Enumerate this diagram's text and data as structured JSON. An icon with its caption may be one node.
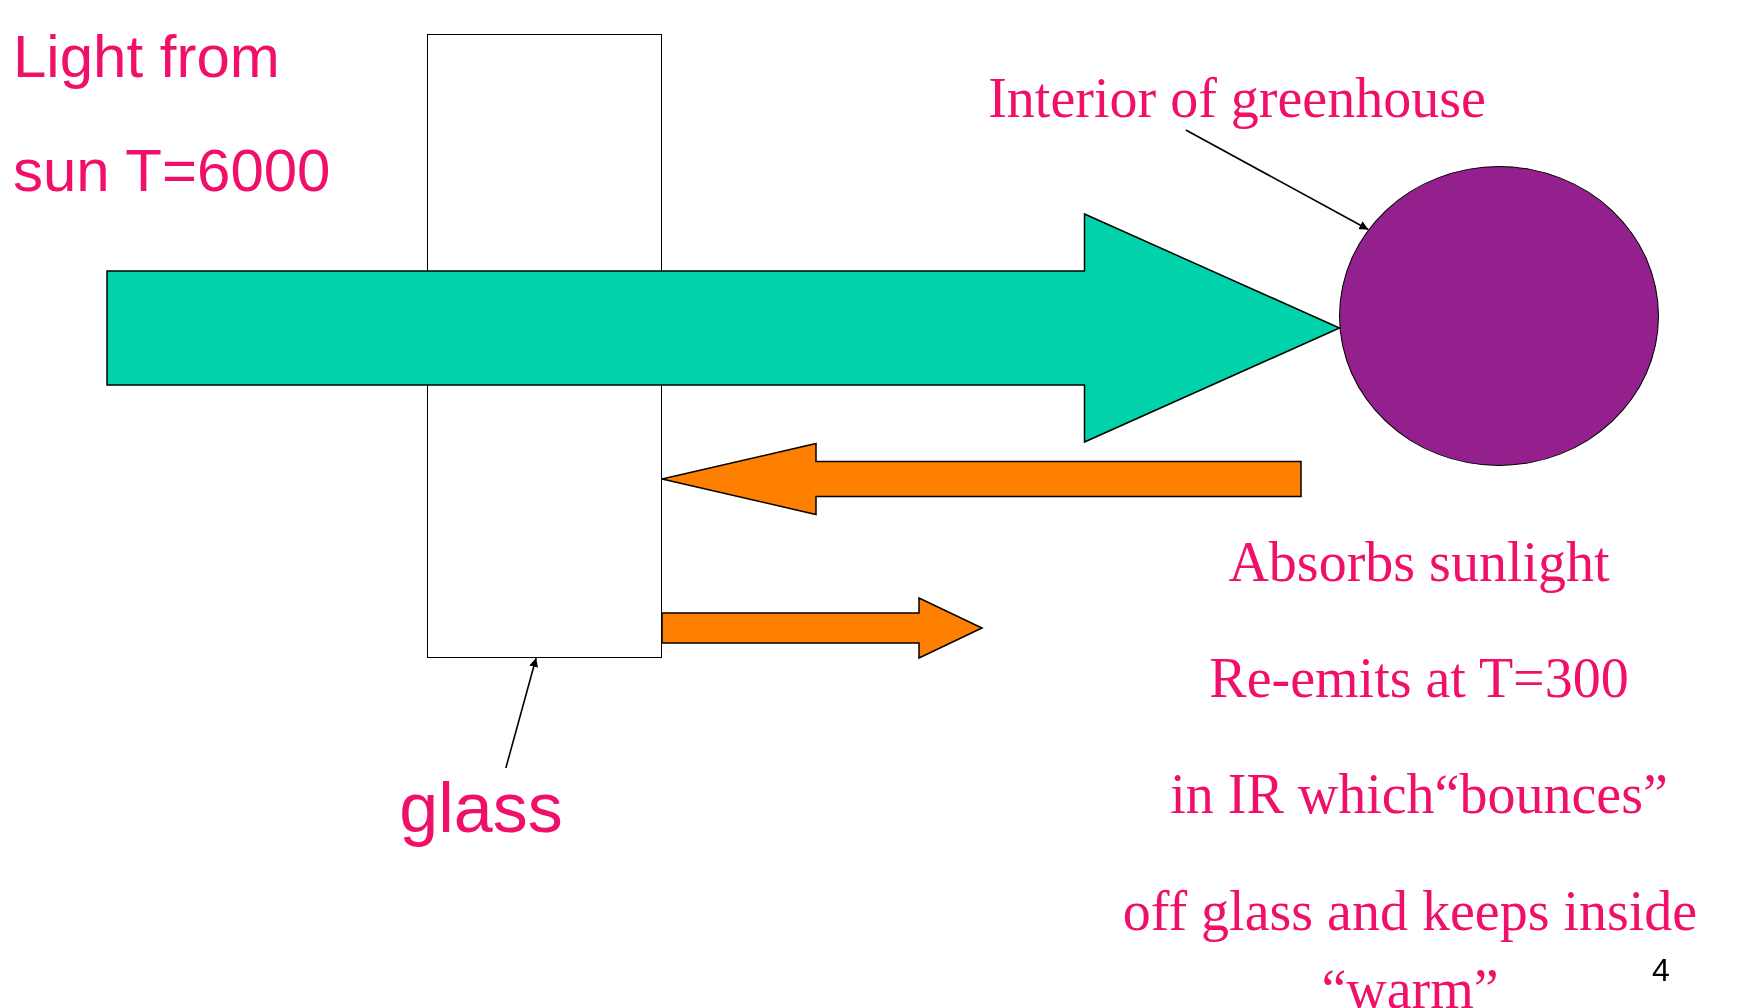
{
  "diagram": {
    "nodes": [
      {
        "text": [],
        "shape": "box"
      },
      {
        "text": [
          "Interior of greenhouse"
        ]
      },
      {
        "text": [],
        "shape": "circle"
      },
      {
        "text": [
          "glass"
        ]
      }
    ],
    "edges": [
      {
        "from": null,
        "to": 2,
        "arrow": "to",
        "style": "thick",
        "color": "#00d2aa"
      },
      {
        "from": 2,
        "to": 0,
        "arrow": "to",
        "style": "thick",
        "color": "#ff7f00"
      },
      {
        "from": 0,
        "to": null,
        "arrow": "to",
        "style": "thick",
        "color": "#ff7f00"
      },
      {
        "from": 1,
        "to": 2,
        "arrow": "to"
      },
      {
        "from": 3,
        "to": 0,
        "arrow": "to"
      }
    ],
    "labels": [
      "Light from sun T=6000",
      "Absorbs sunlight",
      "Re-emits at T=300",
      "in IR which“bounces”",
      "off glass and keeps inside “warm”",
      "4"
    ]
  }
}
